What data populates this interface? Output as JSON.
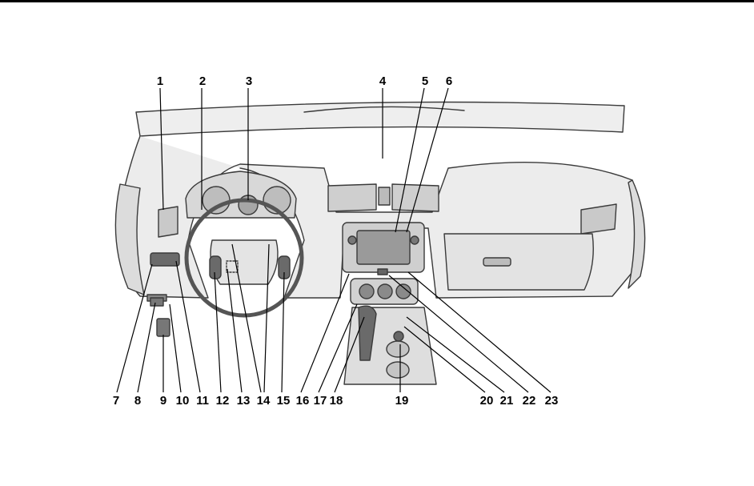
{
  "callouts": {
    "c1": "1",
    "c2": "2",
    "c3": "3",
    "c4": "4",
    "c5": "5",
    "c6": "6",
    "c7": "7",
    "c8": "8",
    "c9": "9",
    "c10": "10",
    "c11": "11",
    "c12": "12",
    "c13": "13",
    "c14": "14",
    "c15": "15",
    "c16": "16",
    "c17": "17",
    "c18": "18",
    "c19": "19",
    "c20": "20",
    "c21": "21",
    "c22": "22",
    "c23": "23"
  },
  "colors": {
    "outline": "#3a3a3a",
    "fill_light": "#e9e9e9",
    "fill_mid": "#cfcfcf",
    "fill_dark": "#6a6a6a"
  }
}
